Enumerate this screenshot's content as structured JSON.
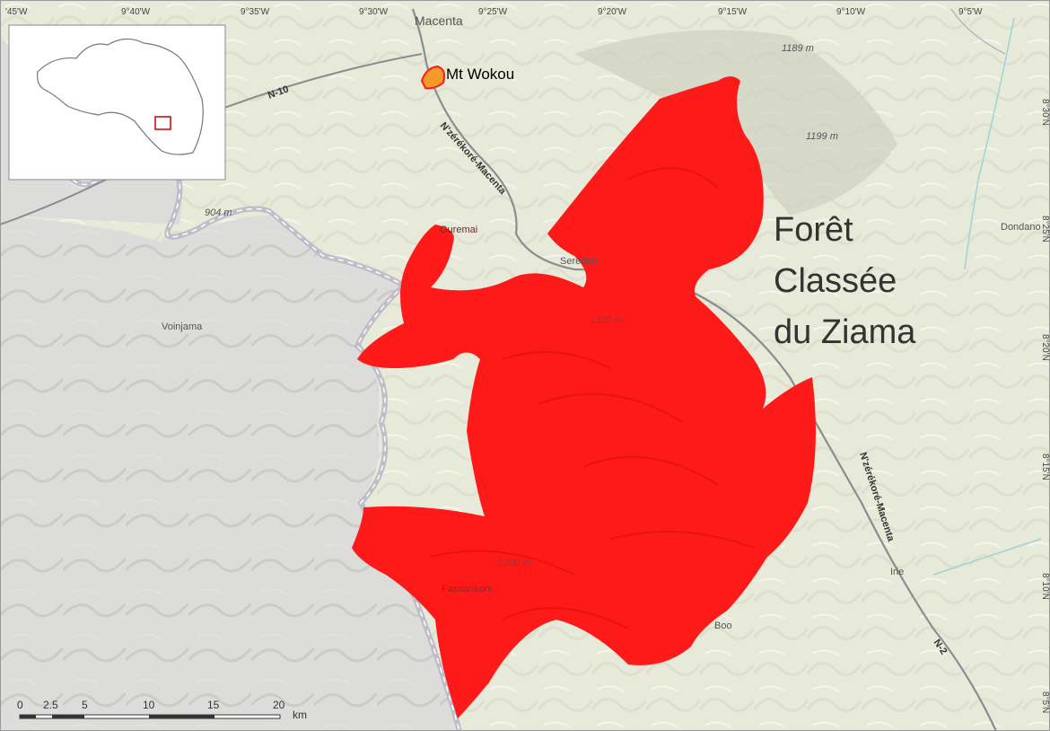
{
  "map": {
    "title_lines": [
      "Forêt",
      "Classée",
      "du Ziama"
    ],
    "feature": {
      "name": "Mt Wokou",
      "color": "#f39a2b"
    },
    "forest_color": "#ff1a1a",
    "graticule_top": [
      "'45'W",
      "9°40'W",
      "9°35'W",
      "9°30'W",
      "9°25'W",
      "9°20'W",
      "9°15'W",
      "9°10'W",
      "9°5'W"
    ],
    "graticule_right": [
      "8°30'N",
      "8°25'N",
      "8°20'N",
      "8°15'N",
      "8°10'N",
      "8°5'N"
    ],
    "towns": [
      "Macenta",
      "Ouremai",
      "Seredou",
      "Voinjama",
      "Dondano",
      "Irie",
      "Boo",
      "Fassankoni"
    ],
    "elevations": [
      "1189 m",
      "1199 m",
      "904 m",
      "1320 m",
      "1200 m"
    ],
    "roads": [
      "N-10",
      "N'zérékoré-Macenta",
      "N'zérékoré-Macenta",
      "N-2"
    ],
    "scale": {
      "ticks": [
        "0",
        "2.5",
        "5",
        "10",
        "15",
        "20"
      ],
      "unit": "km"
    }
  }
}
